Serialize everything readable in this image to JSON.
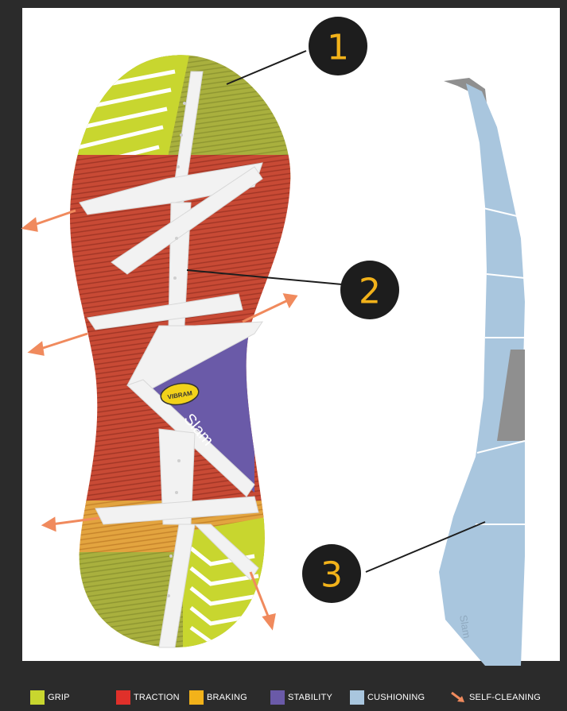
{
  "callouts": [
    {
      "number": "1"
    },
    {
      "number": "2"
    },
    {
      "number": "3"
    }
  ],
  "logo": {
    "brand": "VIBRAM",
    "model": "Slam"
  },
  "side_profile_text": "Slam",
  "legend": [
    {
      "label": "GRIP",
      "color": "#c8d62f"
    },
    {
      "label": "TRACTION",
      "color": "#e0302a"
    },
    {
      "label": "BRAKING",
      "color": "#f2b21a"
    },
    {
      "label": "STABILITY",
      "color": "#6a5aa8"
    },
    {
      "label": "CUSHIONING",
      "color": "#a9c6de"
    },
    {
      "label": "SELF-CLEANING",
      "color": "#f08a5d",
      "icon": "orange-arrow-icon"
    }
  ],
  "colors": {
    "grip": "#c8d62f",
    "traction": "#c84a35",
    "braking": "#e9a23a",
    "stability": "#6a5aa8",
    "cushioning": "#a9c6de",
    "self_cleaning": "#f08a5d",
    "callout_bg": "#1d1d1d",
    "callout_text": "#f2b21a"
  }
}
